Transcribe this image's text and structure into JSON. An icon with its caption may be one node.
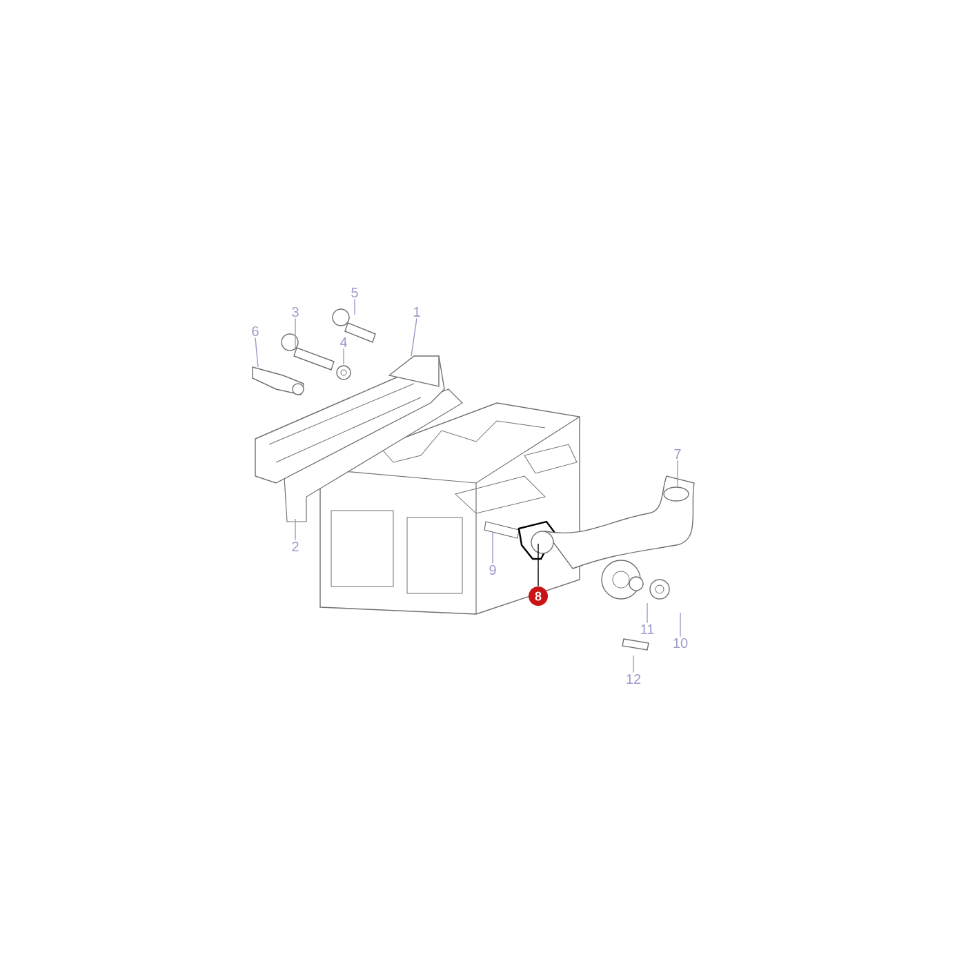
{
  "diagram": {
    "nodes": [
      {
        "text": [
          "1"
        ]
      },
      {
        "text": [
          "2"
        ]
      },
      {
        "text": [
          "3"
        ]
      },
      {
        "text": [
          "4"
        ]
      },
      {
        "text": [
          "5"
        ]
      },
      {
        "text": [
          "6"
        ]
      },
      {
        "text": [
          "7"
        ]
      },
      {
        "text": [
          "8"
        ]
      },
      {
        "text": [
          "9"
        ]
      },
      {
        "text": [
          "10"
        ]
      },
      {
        "text": [
          "11"
        ]
      },
      {
        "text": [
          "12"
        ]
      }
    ],
    "edges": [
      {
        "from": 0,
        "to": null,
        "arrow": "none"
      },
      {
        "from": 1,
        "to": null,
        "arrow": "none"
      },
      {
        "from": 2,
        "to": null,
        "arrow": "none"
      },
      {
        "from": 3,
        "to": null,
        "arrow": "none"
      },
      {
        "from": 4,
        "to": null,
        "arrow": "none"
      },
      {
        "from": 5,
        "to": null,
        "arrow": "none"
      },
      {
        "from": 6,
        "to": null,
        "arrow": "none"
      },
      {
        "from": 7,
        "to": null,
        "arrow": "none",
        "color": "#000000"
      },
      {
        "from": 8,
        "to": null,
        "arrow": "none"
      },
      {
        "from": 9,
        "to": null,
        "arrow": "none"
      },
      {
        "from": 10,
        "to": null,
        "arrow": "none"
      },
      {
        "from": 11,
        "to": null,
        "arrow": "none"
      }
    ]
  }
}
